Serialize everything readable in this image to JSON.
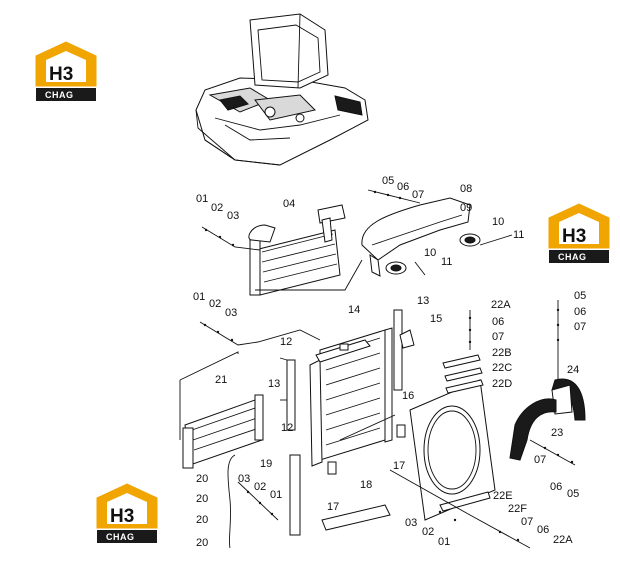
{
  "logo": {
    "letters": "H3",
    "caption": "CHAG",
    "color_gold": "#F0A500",
    "color_dark": "#1a1a1a"
  },
  "labels": {
    "l01a": "01",
    "l02a": "02",
    "l03a": "03",
    "l04": "04",
    "l05a": "05",
    "l06a": "06",
    "l07a": "07",
    "l08": "08",
    "l09": "09",
    "l10a": "10",
    "l11a": "11",
    "l10b": "10",
    "l11b": "11",
    "l01b": "01",
    "l02b": "02",
    "l03b": "03",
    "l12a": "12",
    "l13a": "13",
    "l14": "14",
    "l13b": "13",
    "l15": "15",
    "l21": "21",
    "l12b": "12",
    "l16": "16",
    "l17a": "17",
    "l22A_a": "22A",
    "l06b": "06",
    "l07b": "07",
    "l22B": "22B",
    "l22C": "22C",
    "l22D": "22D",
    "l05b": "05",
    "l06c": "06",
    "l07c": "07",
    "l24": "24",
    "l23": "23",
    "l07d": "07",
    "l06d": "06",
    "l05c": "05",
    "l19": "19",
    "l20a": "20",
    "l20b": "20",
    "l20c": "20",
    "l20d": "20",
    "l03c": "03",
    "l02c": "02",
    "l01c": "01",
    "l17b": "17",
    "l18": "18",
    "l22E": "22E",
    "l22F": "22F",
    "l03d": "03",
    "l02d": "02",
    "l01d": "01",
    "l07e": "07",
    "l06e": "06",
    "l22A_b": "22A"
  }
}
